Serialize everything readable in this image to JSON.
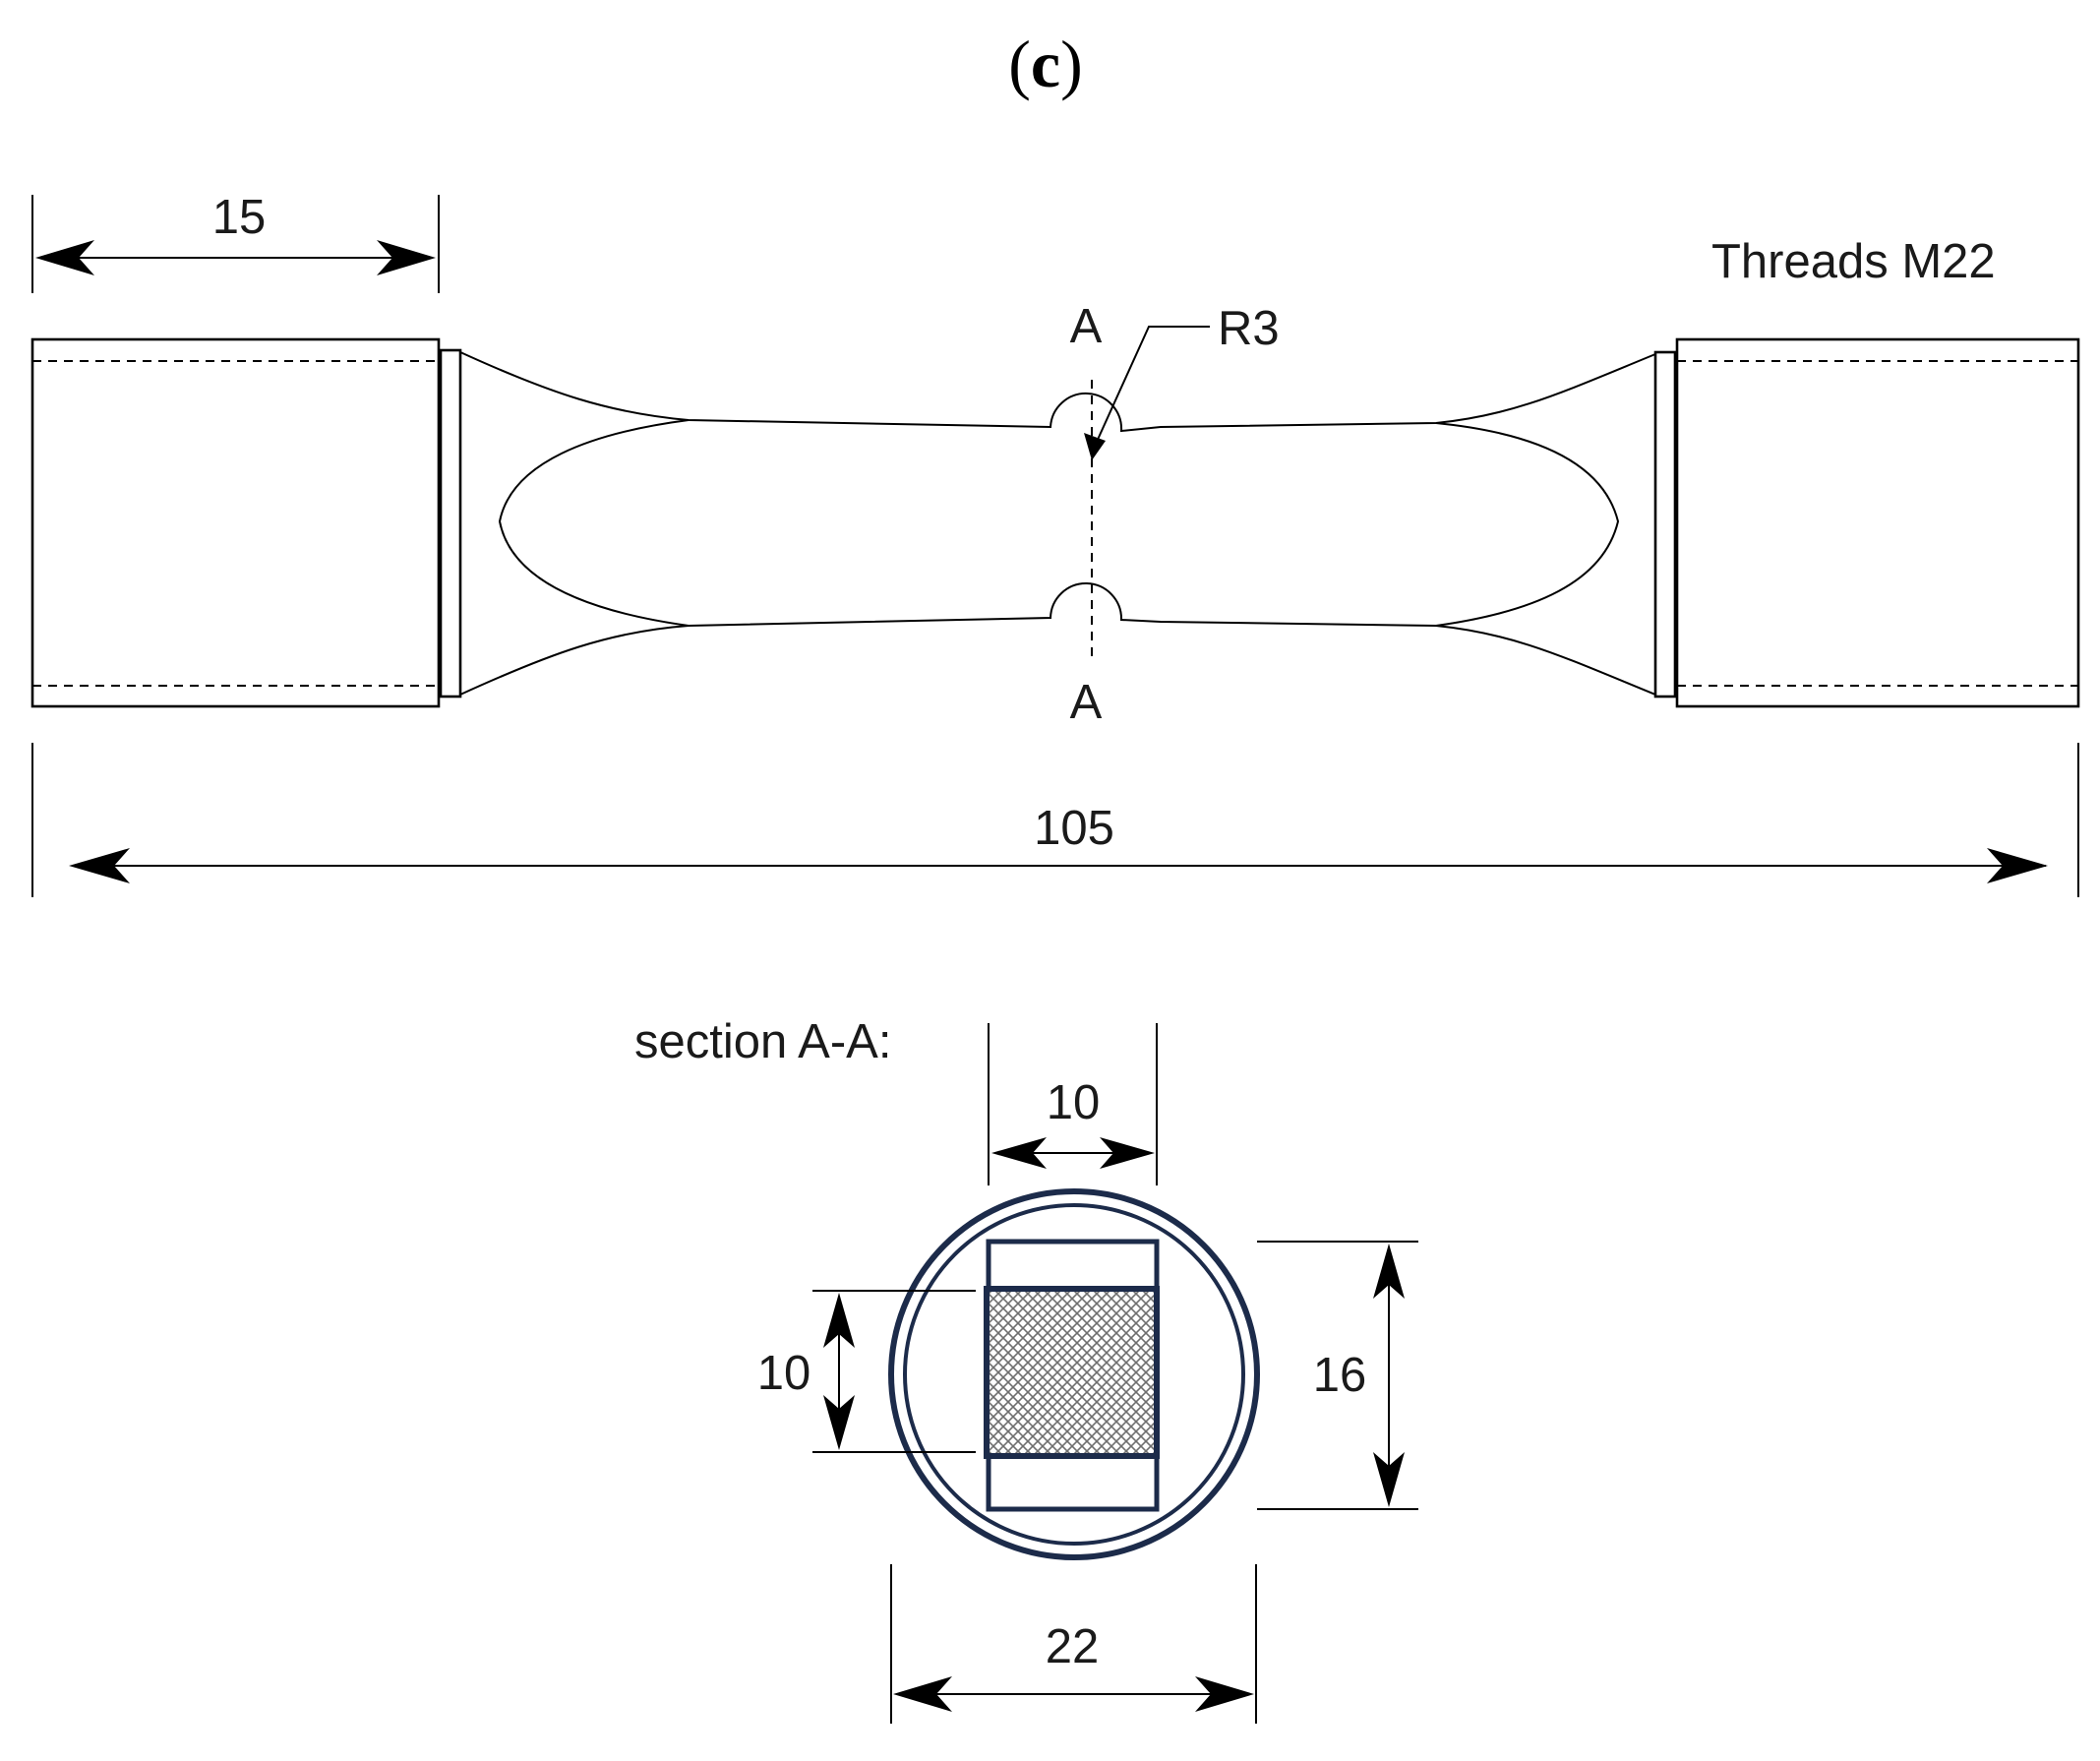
{
  "figure": {
    "panel_label_open": "(",
    "panel_label_letter": "c",
    "panel_label_close": ")",
    "threads_label": "Threads M22",
    "radius_label": "R3",
    "section_marker_top": "A",
    "section_marker_bottom": "A",
    "section_title": "section A-A:"
  },
  "dimensions": {
    "grip_length": "15",
    "overall_length": "105",
    "section_width_top": "10",
    "section_height_left": "10",
    "section_height_right": "16",
    "section_diameter": "22"
  },
  "colors": {
    "line": "#000000",
    "section_outline": "#1c2b4a",
    "hatch": "#7a7a7a"
  }
}
